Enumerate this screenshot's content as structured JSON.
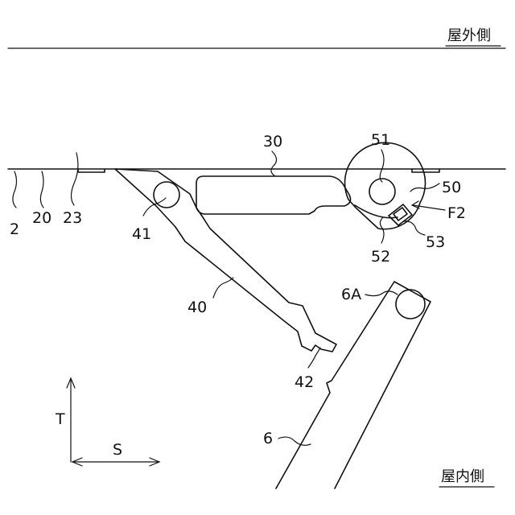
{
  "diagram": {
    "side_labels": {
      "outdoor": "屋外側",
      "indoor": "屋内側"
    },
    "reference_labels": {
      "l2": "2",
      "l20": "20",
      "l23": "23",
      "l30": "30",
      "l40": "40",
      "l41": "41",
      "l42": "42",
      "l50": "50",
      "l51": "51",
      "l52": "52",
      "l53": "53",
      "l6": "6",
      "l6A": "6A",
      "lF2": "F2"
    },
    "axes": {
      "t": "T",
      "s": "S"
    }
  }
}
